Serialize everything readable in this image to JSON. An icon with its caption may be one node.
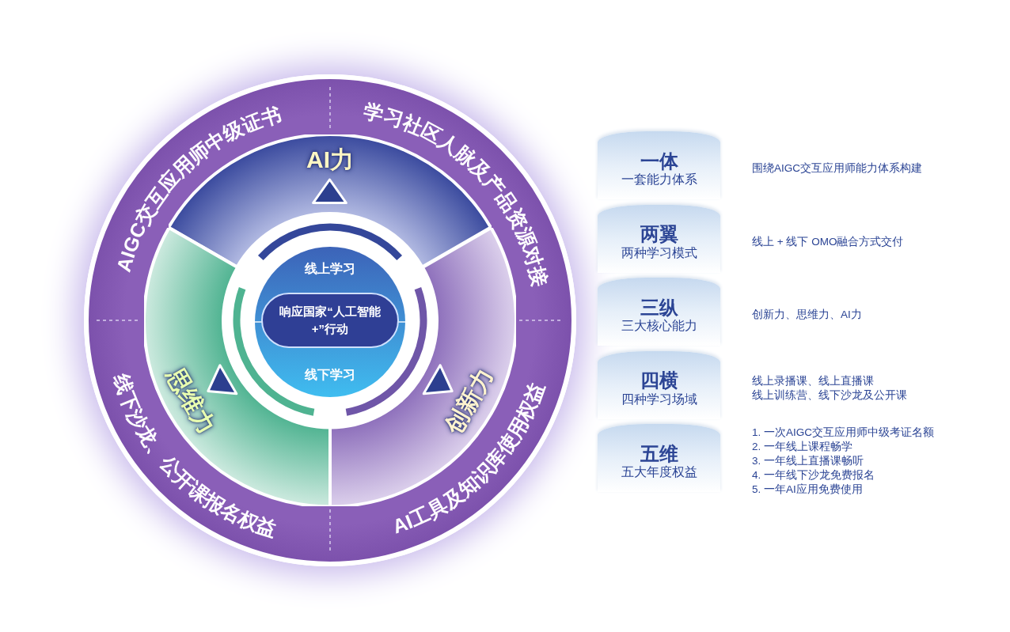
{
  "diagram": {
    "nodes": [
      {
        "text": [],
        "shape": "circle"
      },
      {
        "text": [
          "AI力"
        ],
        "in": 0
      },
      {
        "text": [
          "思维力"
        ],
        "in": 0
      },
      {
        "text": [
          "创新力"
        ],
        "in": 0
      },
      {
        "text": [
          "线上学习",
          "线下学习"
        ],
        "in": 0
      },
      {
        "text": [
          "响应国家“人工智能+”行动"
        ],
        "in": 4
      },
      {
        "text": [
          "一体",
          "一套能力体系"
        ],
        "beside": [
          "围绕AIGC交互应用师能力体系构建"
        ]
      },
      {
        "text": [
          "两翼",
          "两种学习模式"
        ],
        "beside": [
          "线上 + 线下 OMO融合方式交付"
        ]
      },
      {
        "text": [
          "三纵",
          "三大核心能力"
        ],
        "beside": [
          "创新力、思维力、AI力"
        ]
      },
      {
        "text": [
          "四横",
          "四种学习场域"
        ],
        "beside": [
          "线上录播课、线上直播课",
          "线上训练营、线下沙龙及公开课"
        ]
      },
      {
        "text": [
          "五维",
          "五大年度权益"
        ],
        "beside": [
          "1. 一次AIGC交互应用师中级考证名额",
          "2. 一年线上课程畅学",
          "3. 一年线上直播课畅听",
          "4. 一年线下沙龙免费报名",
          "5. 一年AI应用免费使用"
        ]
      }
    ],
    "labels": [
      "AIGC交互应用师中级证书",
      "学习社区人脉及产品资源对接",
      "线下沙龙、公开课报名权益",
      "AI工具及知识库使用权益"
    ]
  }
}
